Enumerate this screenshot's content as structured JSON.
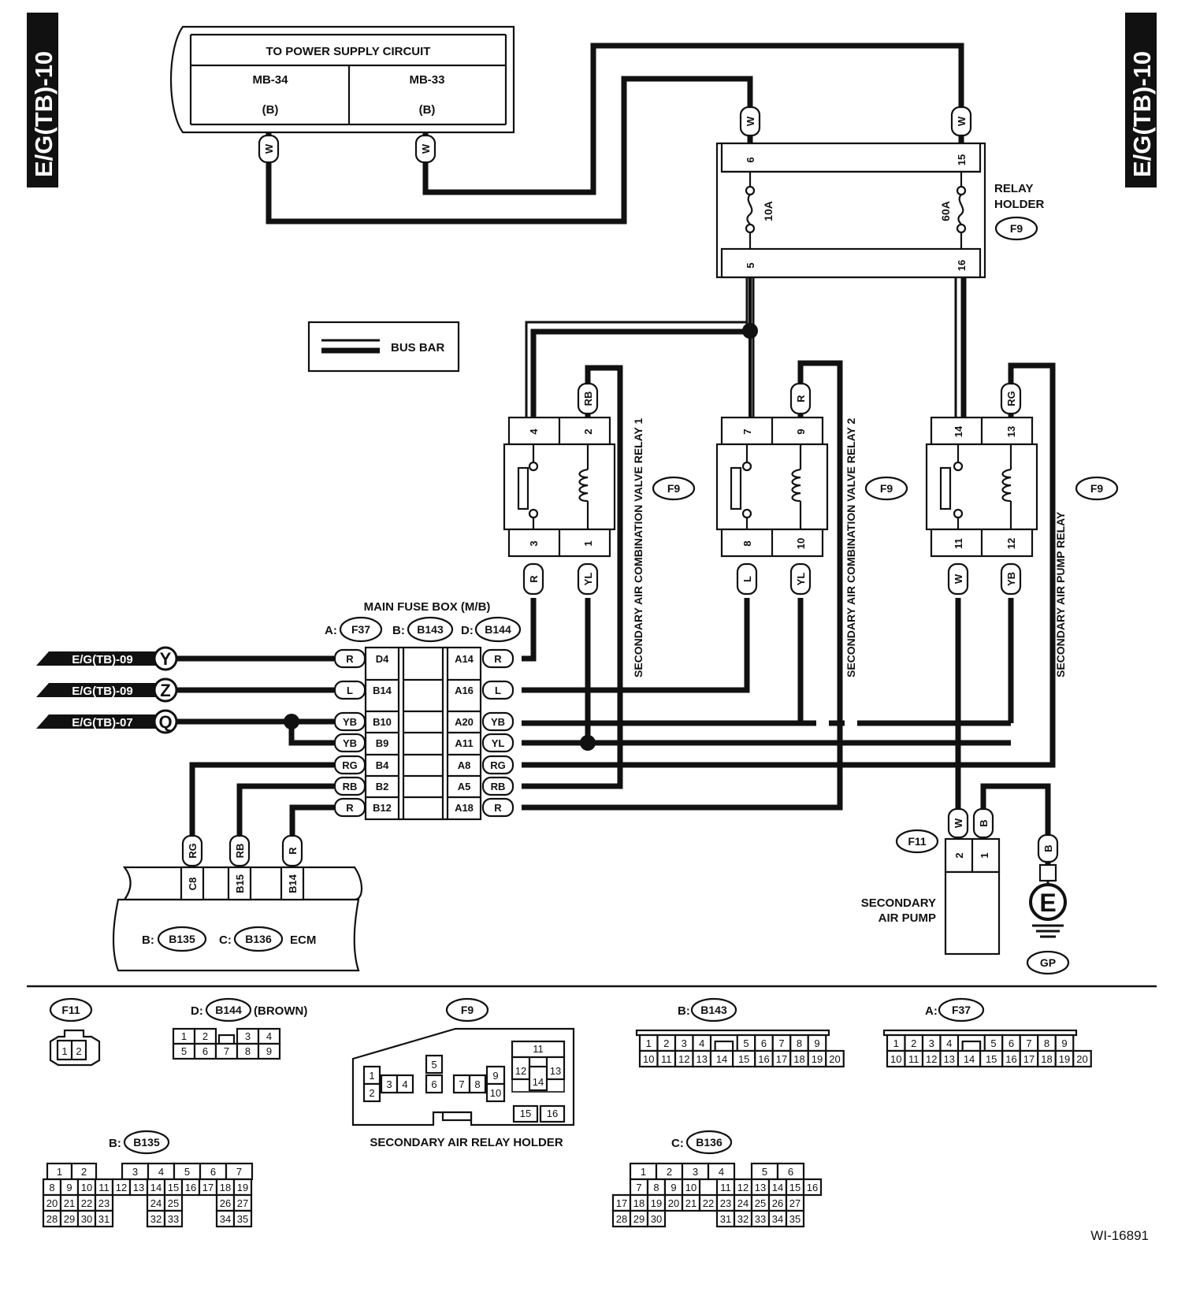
{
  "page_ref": "E/G(TB)-10",
  "figure_id": "WI-16891",
  "power_supply": {
    "title": "TO POWER SUPPLY CIRCUIT",
    "left": {
      "name": "MB-34",
      "code": "(B)",
      "wire": "W"
    },
    "right": {
      "name": "MB-33",
      "code": "(B)",
      "wire": "W"
    }
  },
  "bus_bar_legend": "BUS BAR",
  "relay_holder": {
    "title_line1": "RELAY",
    "title_line2": "HOLDER",
    "connector": "F9",
    "fuse_left": "10A",
    "fuse_right": "60A",
    "pin_top_left": "6",
    "pin_top_right": "15",
    "pin_bot_left": "5",
    "pin_bot_right": "16",
    "wire_top_left": "W",
    "wire_top_right": "W"
  },
  "relays": [
    {
      "title": "SECONDARY AIR COMBINATION VALVE RELAY 1",
      "connector": "F9",
      "pins_top": [
        "4",
        "2"
      ],
      "pins_bot": [
        "3",
        "1"
      ],
      "wire_top_right": "RB",
      "wires_bot": [
        "R",
        "YL"
      ]
    },
    {
      "title": "SECONDARY AIR COMBINATION VALVE RELAY 2",
      "connector": "F9",
      "pins_top": [
        "7",
        "9"
      ],
      "pins_bot": [
        "8",
        "10"
      ],
      "wire_top_right": "R",
      "wires_bot": [
        "L",
        "YL"
      ]
    },
    {
      "title": "SECONDARY AIR PUMP RELAY",
      "connector": "F9",
      "pins_top": [
        "14",
        "13"
      ],
      "pins_bot": [
        "11",
        "12"
      ],
      "wire_top_right": "RG",
      "wires_bot": [
        "W",
        "YB"
      ]
    }
  ],
  "main_fuse_box": {
    "title": "MAIN FUSE BOX (M/B)",
    "prefix_a": "A:",
    "conn_a": "F37",
    "prefix_b": "B:",
    "conn_b": "B143",
    "prefix_d": "D:",
    "conn_d": "B144",
    "left_rows": [
      {
        "wire": "R",
        "pin": "D4"
      },
      {
        "wire": "L",
        "pin": "B14"
      },
      {
        "wire": "YB",
        "pin": "B10"
      },
      {
        "wire": "YB",
        "pin": "B9"
      },
      {
        "wire": "RG",
        "pin": "B4"
      },
      {
        "wire": "RB",
        "pin": "B2"
      },
      {
        "wire": "R",
        "pin": "B12"
      }
    ],
    "right_rows": [
      {
        "pin": "A14",
        "wire": "R"
      },
      {
        "pin": "A16",
        "wire": "L"
      },
      {
        "pin": "A20",
        "wire": "YB"
      },
      {
        "pin": "A11",
        "wire": "YL"
      },
      {
        "pin": "A8",
        "wire": "RG"
      },
      {
        "pin": "A5",
        "wire": "RB"
      },
      {
        "pin": "A18",
        "wire": "R"
      }
    ]
  },
  "offpage": [
    {
      "ref": "E/G(TB)-09",
      "letter": "Y"
    },
    {
      "ref": "E/G(TB)-09",
      "letter": "Z"
    },
    {
      "ref": "E/G(TB)-07",
      "letter": "Q"
    }
  ],
  "ecm": {
    "name": "ECM",
    "prefix_b": "B:",
    "conn_b": "B135",
    "prefix_c": "C:",
    "conn_c": "B136",
    "pins": [
      {
        "wire": "RG",
        "pin": "C8"
      },
      {
        "wire": "RB",
        "pin": "B15"
      },
      {
        "wire": "R",
        "pin": "B14"
      }
    ]
  },
  "pump": {
    "name_line1": "SECONDARY",
    "name_line2": "AIR PUMP",
    "connector": "F11",
    "pins": [
      "2",
      "1"
    ],
    "wires": [
      "W",
      "B"
    ],
    "ground_wire": "B",
    "ground_symbol": "E",
    "ground_conn": "GP"
  },
  "connectors_views": {
    "f11": {
      "label": "F11",
      "pins": [
        "1",
        "2"
      ]
    },
    "b144": {
      "prefix": "D:",
      "label": "B144",
      "note": "(BROWN)",
      "row1": [
        "1",
        "2",
        "",
        "3",
        "4"
      ],
      "row2": [
        "5",
        "6",
        "7",
        "8",
        "9"
      ]
    },
    "f9": {
      "label": "F9",
      "caption": "SECONDARY AIR RELAY HOLDER",
      "pins": [
        "1",
        "2",
        "3",
        "4",
        "5",
        "6",
        "7",
        "8",
        "9",
        "10",
        "11",
        "12",
        "13",
        "14",
        "15",
        "16"
      ]
    },
    "b143": {
      "prefix": "B:",
      "label": "B143",
      "row1": [
        "1",
        "2",
        "3",
        "4",
        "",
        "5",
        "6",
        "7",
        "8",
        "9"
      ],
      "row2": [
        "10",
        "11",
        "12",
        "13",
        "14",
        "15",
        "16",
        "17",
        "18",
        "19",
        "20"
      ]
    },
    "f37": {
      "prefix": "A:",
      "label": "F37",
      "row1": [
        "1",
        "2",
        "3",
        "4",
        "",
        "5",
        "6",
        "7",
        "8",
        "9"
      ],
      "row2": [
        "10",
        "11",
        "12",
        "13",
        "14",
        "15",
        "16",
        "17",
        "18",
        "19",
        "20"
      ]
    },
    "b135": {
      "prefix": "B:",
      "label": "B135",
      "row1": [
        "1",
        "2",
        "",
        "3",
        "4",
        "5",
        "6",
        "7"
      ],
      "row2": [
        "8",
        "9",
        "10",
        "11",
        "12",
        "13",
        "14",
        "15",
        "16",
        "17",
        "18",
        "19"
      ],
      "row3": [
        "20",
        "21",
        "22",
        "23",
        "24",
        "25",
        "26",
        "27"
      ],
      "row4": [
        "28",
        "29",
        "30",
        "31",
        "32",
        "33",
        "34",
        "35"
      ]
    },
    "b136": {
      "prefix": "C:",
      "label": "B136",
      "row1": [
        "1",
        "2",
        "3",
        "4",
        "5",
        "6"
      ],
      "row2": [
        "7",
        "8",
        "9",
        "10",
        "11",
        "12",
        "13",
        "14",
        "15",
        "16"
      ],
      "row3": [
        "17",
        "18",
        "19",
        "20",
        "21",
        "22",
        "23",
        "24",
        "25",
        "26",
        "27"
      ],
      "row4": [
        "28",
        "29",
        "30",
        "31",
        "32",
        "33",
        "34",
        "35"
      ]
    }
  }
}
